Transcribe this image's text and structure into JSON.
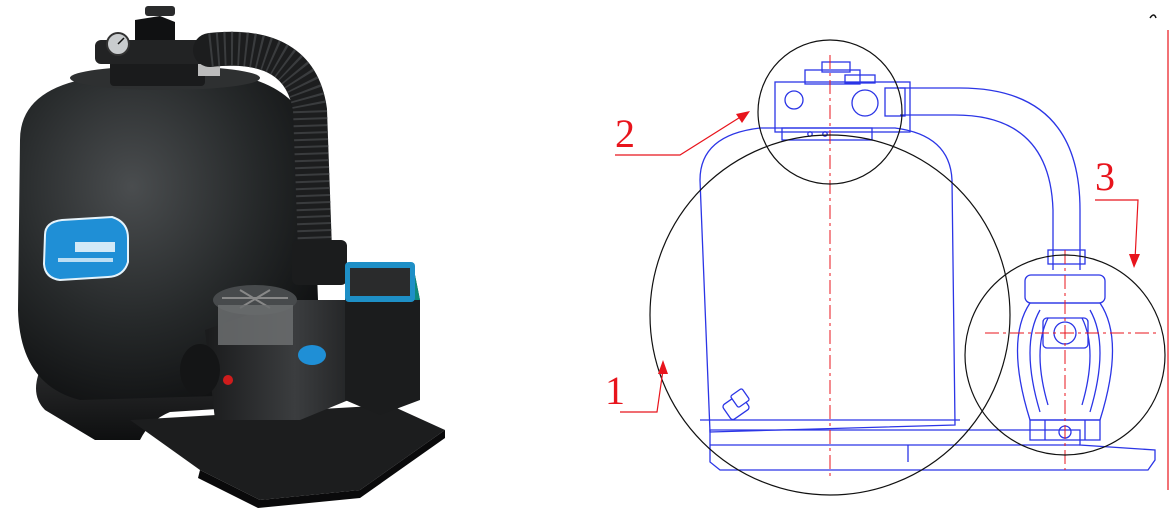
{
  "callouts": [
    {
      "number": "1"
    },
    {
      "number": "2"
    },
    {
      "number": "3"
    }
  ],
  "colors": {
    "callout": "#e8141c",
    "drawing_line": "#2b35e6",
    "detail_circle": "#111111",
    "tank_body": "#1f2122",
    "tank_label": "#1f8fd6",
    "motor_accent": "#0f8a7a"
  }
}
